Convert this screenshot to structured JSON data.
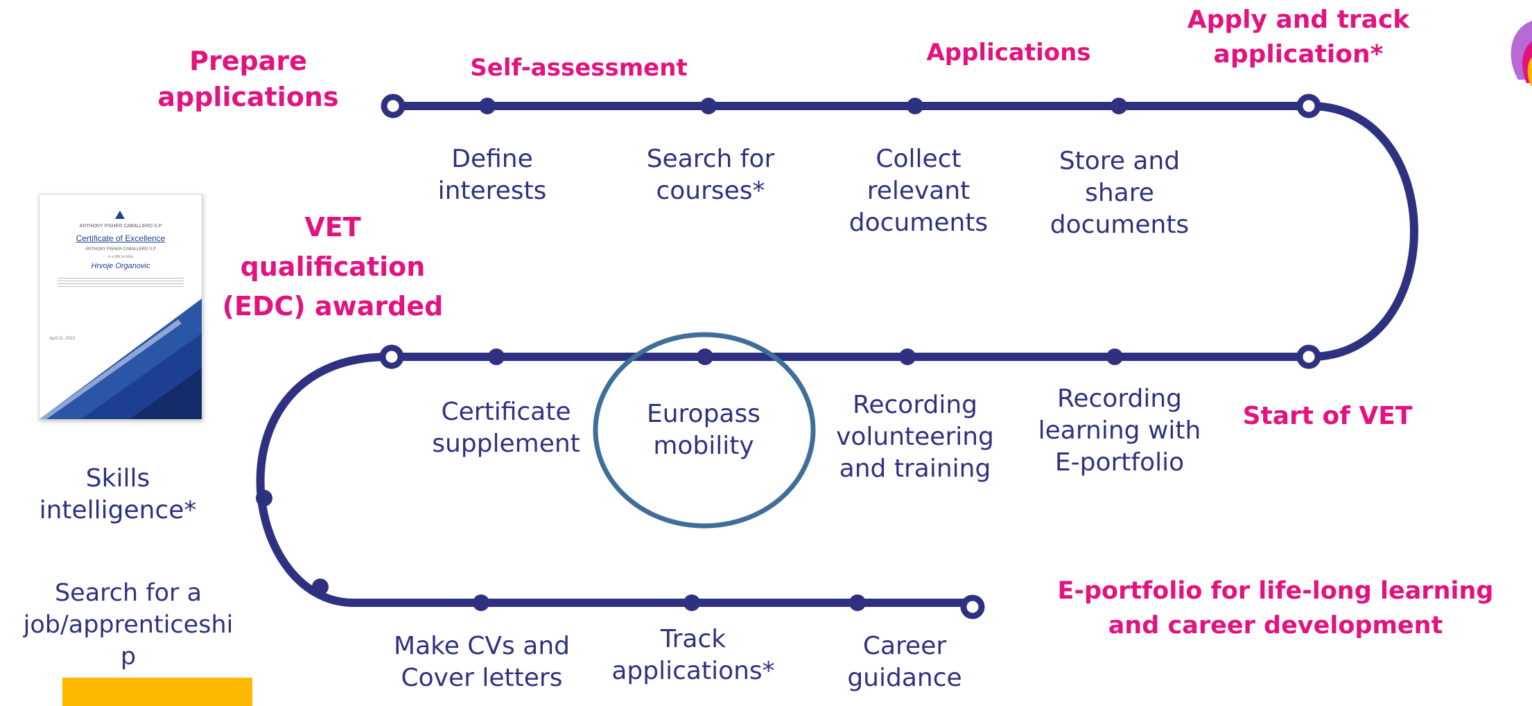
{
  "stages": {
    "prepare_applications": [
      "Prepare",
      "applications"
    ],
    "self_assessment": [
      "Self-assessment"
    ],
    "applications": [
      "Applications"
    ],
    "apply_and_track": [
      "Apply and track",
      "application*"
    ],
    "vet_awarded": [
      "VET",
      "qualification",
      "(EDC) awarded"
    ],
    "start_of_vet": [
      "Start of VET"
    ],
    "eportfolio": [
      "E-portfolio for life-long learning",
      "and career development"
    ]
  },
  "steps": {
    "define_interests": [
      "Define",
      "interests"
    ],
    "search_courses": [
      "Search for",
      "courses*"
    ],
    "collect_documents": [
      "Collect",
      "relevant",
      "documents"
    ],
    "store_share": [
      "Store and",
      "share",
      "documents"
    ],
    "certificate_supplement": [
      "Certificate",
      "supplement"
    ],
    "europass_mobility": [
      "Europass",
      "mobility"
    ],
    "recording_volunteering": [
      "Recording",
      "volunteering",
      "and training"
    ],
    "recording_learning": [
      "Recording",
      "learning with",
      "E-portfolio"
    ],
    "skills_intelligence": [
      "Skills",
      "intelligence*"
    ],
    "search_job": [
      "Search for a",
      "job/apprenticeshi",
      "p"
    ],
    "make_cvs": [
      "Make CVs and",
      "Cover letters"
    ],
    "track_applications": [
      "Track",
      "applications*"
    ],
    "career_guidance": [
      "Career",
      "guidance"
    ]
  },
  "certificate": {
    "issuer": "ANTHONY FISHER CABALLERO S.P",
    "title": "Certificate of Excellence",
    "issuer_repeat": "ANTHONY FISHER CABALLERO S.P",
    "presented_to": "is a fifth for Elka",
    "recipient": "Hrvoje Organovic",
    "date": "April 21, 2022"
  },
  "colors": {
    "path": "#2e3180",
    "magenta": "#e2127f",
    "text": "#2e3180",
    "circle": "#3f6f98",
    "yellow": "#fcb900"
  },
  "icons": {
    "open_node": "ring-node-icon",
    "filled_node": "dot-node-icon",
    "logo": "petal-logo-icon"
  }
}
